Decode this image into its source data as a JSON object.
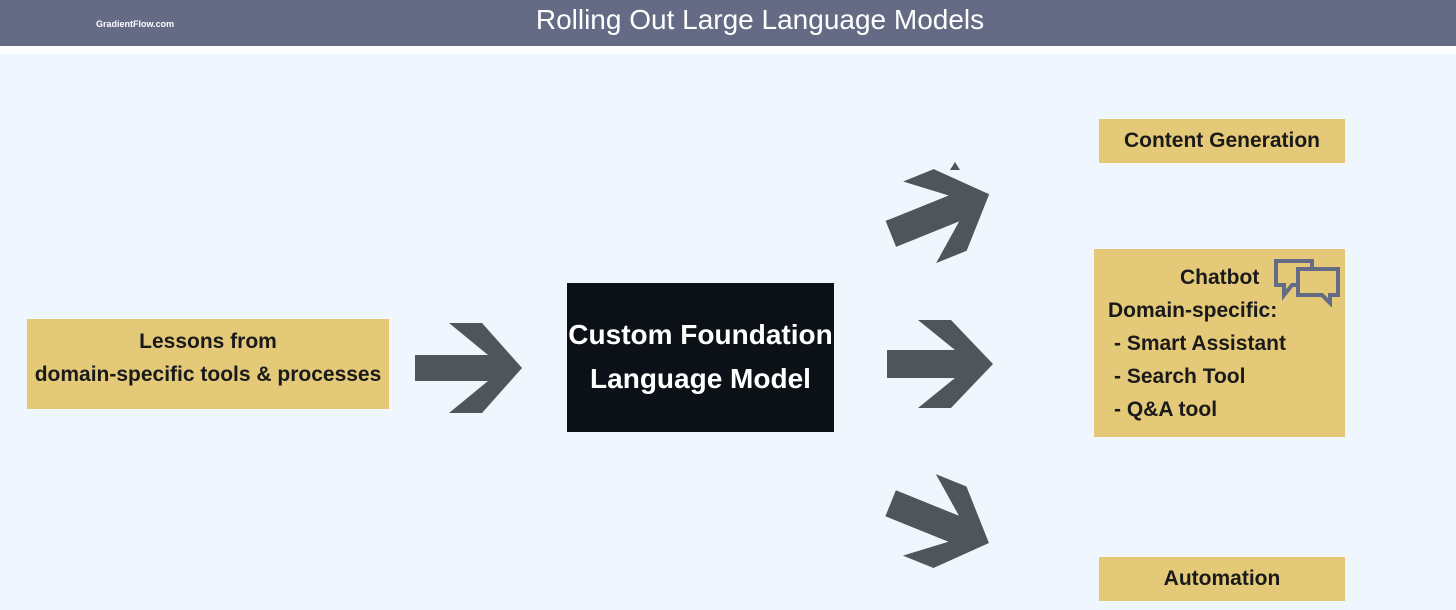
{
  "header": {
    "brand": "GradientFlow.com",
    "title": "Rolling Out Large Language Models"
  },
  "input": {
    "lines": [
      "Lessons from",
      "domain-specific tools & processes"
    ]
  },
  "model": {
    "lines": [
      "Custom Foundation",
      "Language Model"
    ]
  },
  "outputs": {
    "content_generation": "Content Generation",
    "chatbot": {
      "title": "Chatbot",
      "subtitle": "Domain-specific:",
      "items": [
        "- Smart Assistant",
        "- Search Tool",
        "- Q&A tool"
      ]
    },
    "automation": "Automation"
  },
  "icons": {
    "arrow": "arrow-right-icon",
    "chat": "chat-bubbles-icon"
  },
  "colors": {
    "header": "#666b85",
    "box": "#e3c978",
    "model": "#0c1118",
    "arrow": "#4f5659",
    "background": "#f0f6fd"
  }
}
